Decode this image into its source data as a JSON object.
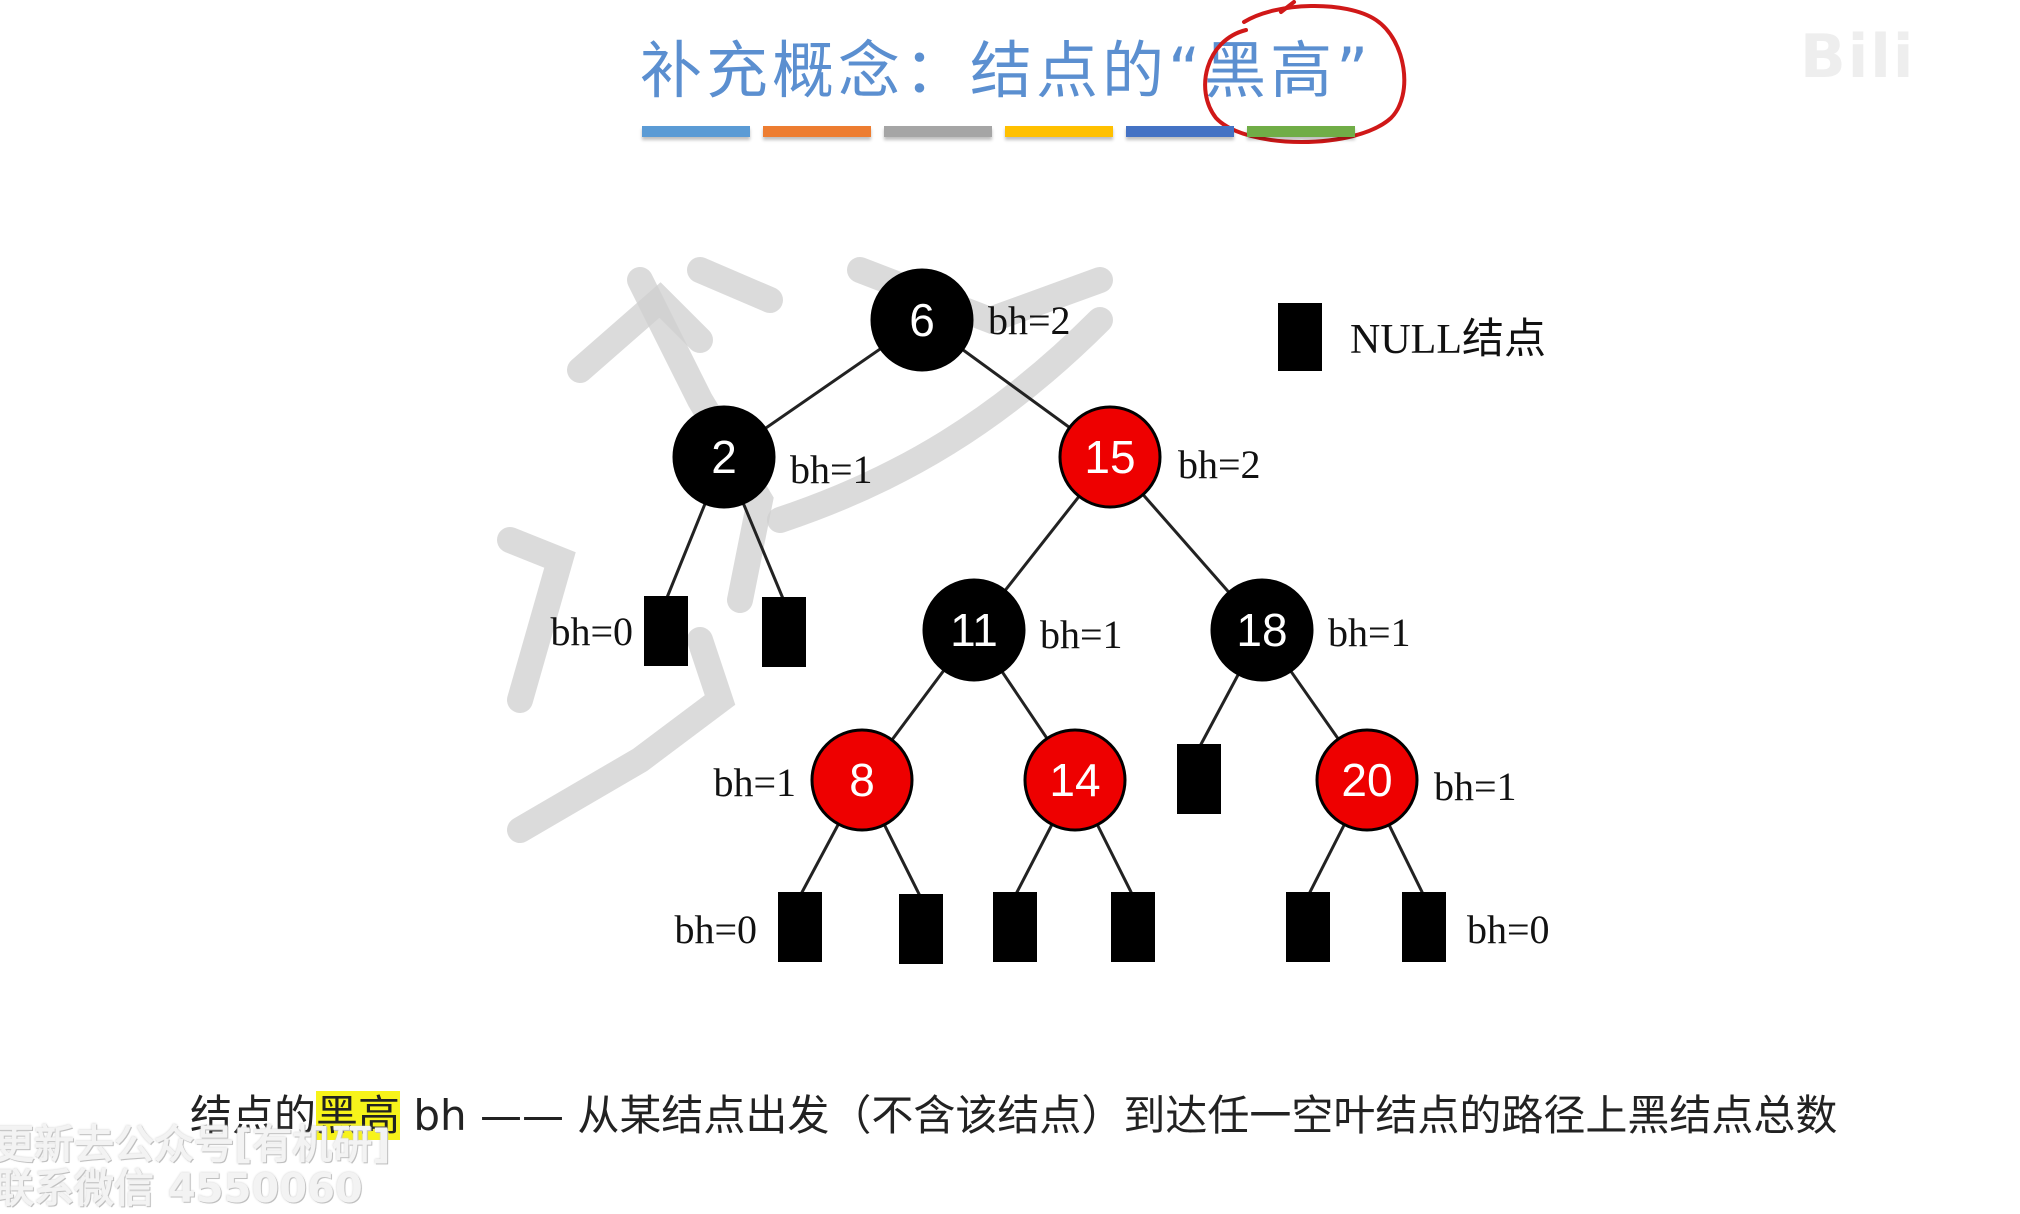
{
  "slide": {
    "title_prefix": "补充概念：结点的",
    "title_marked": "“黑高”",
    "color_bars": [
      "#5b9bd5",
      "#ed7d31",
      "#a5a5a5",
      "#ffc000",
      "#4472c4",
      "#70ad47"
    ],
    "watermark_top_right": "Bili"
  },
  "tree": {
    "legend_label": "NULL结点",
    "colors": {
      "black": "#000000",
      "red": "#ee0000",
      "edge": "#222222",
      "faded_watermark": "#cfcfcf"
    },
    "nodes": [
      {
        "id": "n6",
        "key": "6",
        "color": "black",
        "bh": "bh=2"
      },
      {
        "id": "n2",
        "key": "2",
        "color": "black",
        "bh": "bh=1"
      },
      {
        "id": "n15",
        "key": "15",
        "color": "red",
        "bh": "bh=2"
      },
      {
        "id": "n11",
        "key": "11",
        "color": "black",
        "bh": "bh=1"
      },
      {
        "id": "n18",
        "key": "18",
        "color": "black",
        "bh": "bh=1"
      },
      {
        "id": "n8",
        "key": "8",
        "color": "red",
        "bh": "bh=1"
      },
      {
        "id": "n14",
        "key": "14",
        "color": "red",
        "bh": ""
      },
      {
        "id": "n20",
        "key": "20",
        "color": "red",
        "bh": "bh=1"
      }
    ],
    "null_labels": [
      "bh=0",
      "bh=0",
      "bh=0"
    ]
  },
  "definition": {
    "prefix": "结点的",
    "highlight": "黑高",
    "rest": " bh —— 从某结点出发（不含该结点）到达任一空叶结点的路径上黑结点总数"
  },
  "watermark_bottom_left": {
    "line1": "更新去公众号[有机研]",
    "line2": "联系微信 4550060"
  }
}
